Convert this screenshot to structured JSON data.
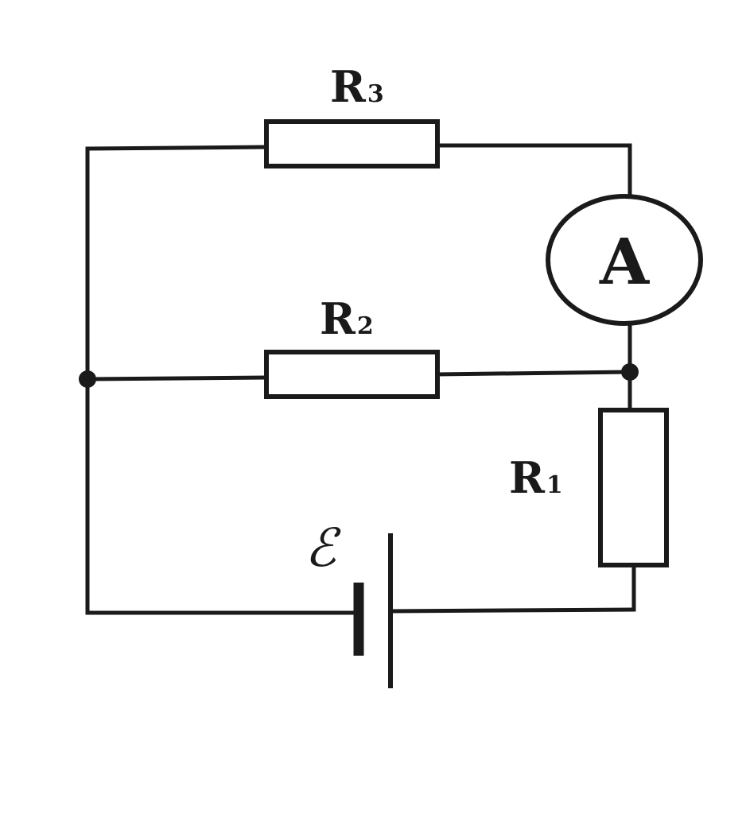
{
  "labels": {
    "r3": {
      "main": "R",
      "sub": "3"
    },
    "r2": {
      "main": "R",
      "sub": "2"
    },
    "r1": {
      "main": "R",
      "sub": "1"
    },
    "ammeter": "A",
    "emf": "ℰ"
  }
}
